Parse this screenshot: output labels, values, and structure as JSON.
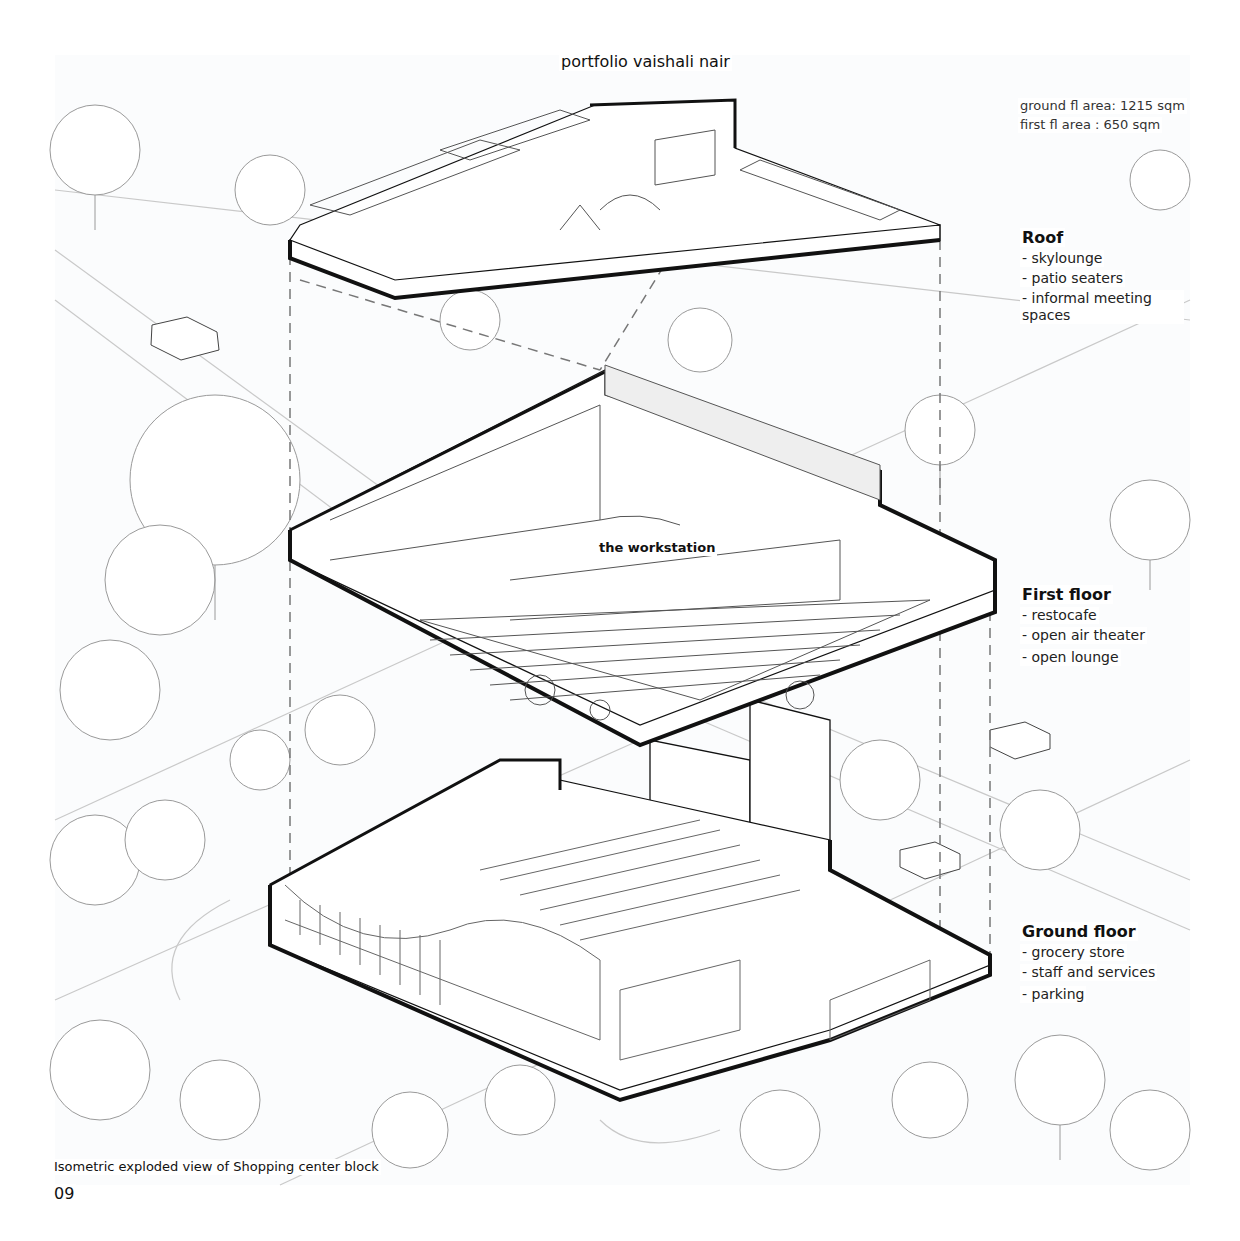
{
  "diagram": {
    "title": "portfolio vaishali nair",
    "caption": "Isometric exploded view of Shopping center block",
    "labels": [
      "ground fl area: 1215 sqm",
      "first fl area : 650 sqm",
      "Roof",
      "- skylounge",
      "- patio seaters",
      "- informal meeting spaces",
      "First floor",
      "- restocafe",
      "- open air theater",
      "- open lounge",
      "Ground floor",
      "- grocery store",
      "- staff and services",
      "- parking",
      "the workstation",
      "09"
    ]
  }
}
